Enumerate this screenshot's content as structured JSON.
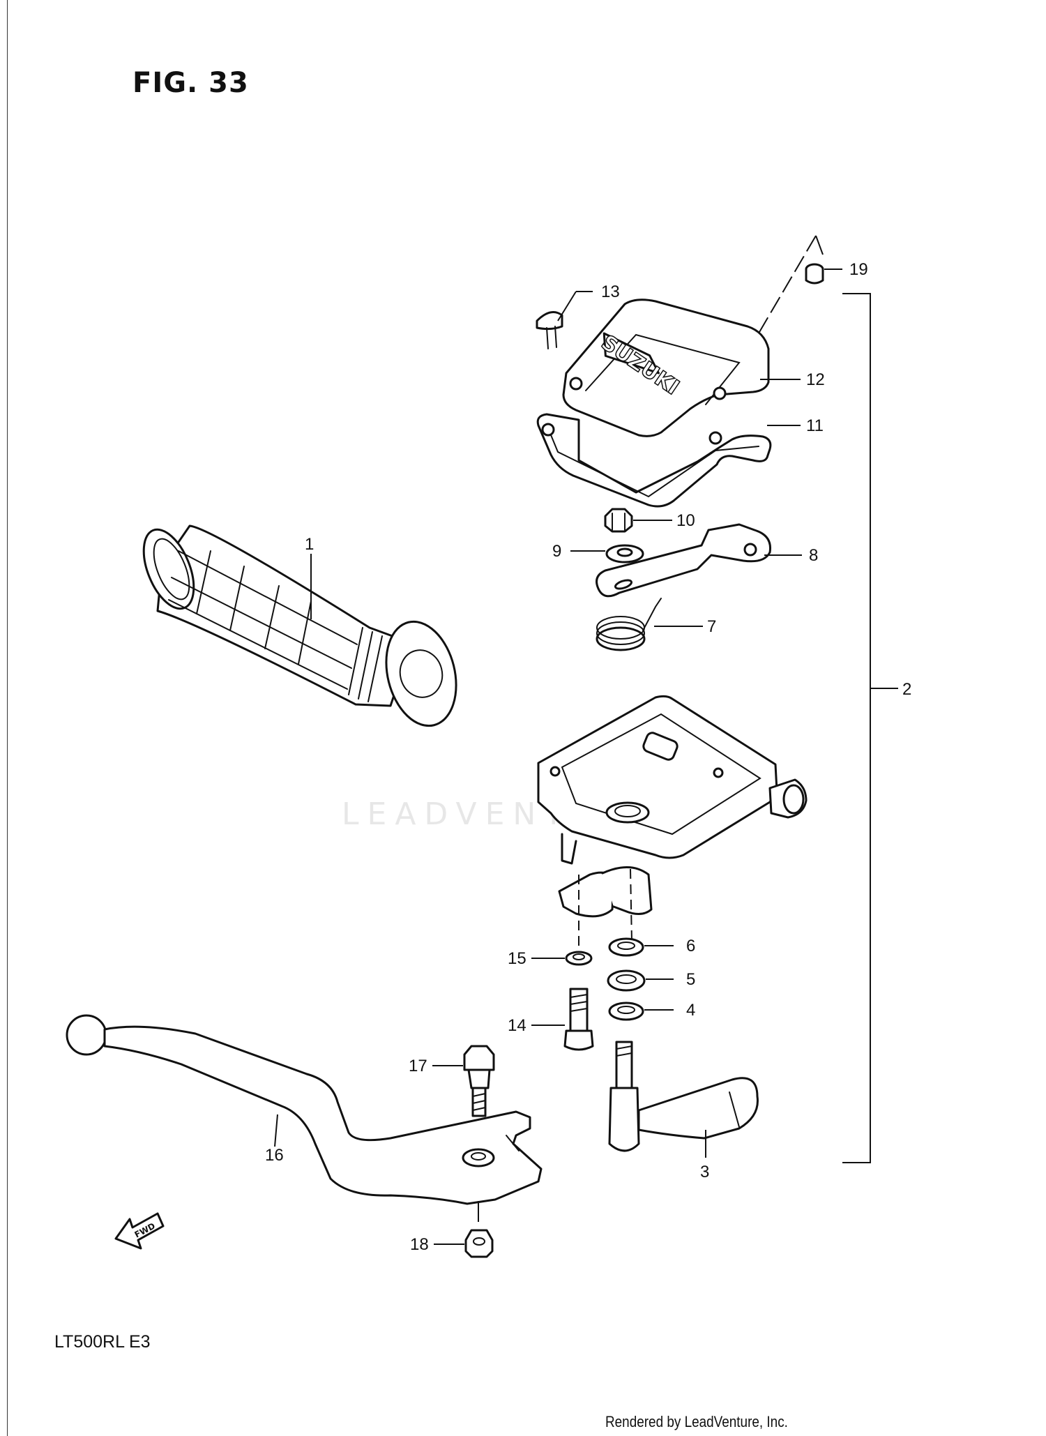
{
  "figure": {
    "title": "FIG. 33",
    "model_code": "LT500RL  E3",
    "credit": "Rendered by LeadVenture, Inc.",
    "watermark": "LEADVENTURE",
    "emblem_text": "SUZUKI",
    "fwd_text": "FWD"
  },
  "callouts": {
    "c1": "1",
    "c2": "2",
    "c3": "3",
    "c4": "4",
    "c5": "5",
    "c6": "6",
    "c7": "7",
    "c8": "8",
    "c9": "9",
    "c10": "10",
    "c11": "11",
    "c12": "12",
    "c13": "13",
    "c14": "14",
    "c15": "15",
    "c16": "16",
    "c17": "17",
    "c18": "18",
    "c19": "19"
  }
}
